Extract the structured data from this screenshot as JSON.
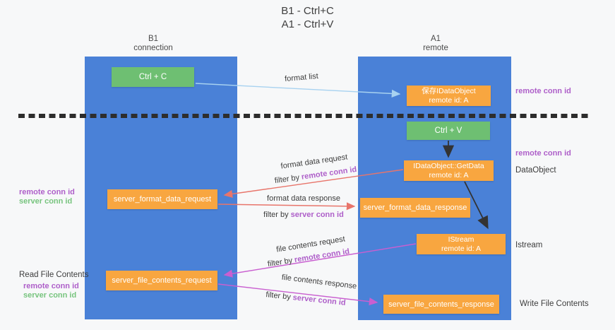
{
  "title": {
    "line1": "B1 - Ctrl+C",
    "line2": "A1 - Ctrl+V"
  },
  "lanes": {
    "left": {
      "title": "B1",
      "subtitle": "connection"
    },
    "right": {
      "title": "A1",
      "subtitle": "remote"
    }
  },
  "nodes": {
    "ctrl_c": {
      "label": "Ctrl + C"
    },
    "ctrl_v": {
      "label": "Ctrl + V"
    },
    "save_dataobject": {
      "line1": "保存IDataObject",
      "line2": "remote id: A"
    },
    "getdata": {
      "line1": "IDataObject::GetData",
      "line2": "remote id: A"
    },
    "istream": {
      "line1": "IStream",
      "line2": "remote id: A"
    },
    "server_format_data_request": {
      "label": "server_format_data_request"
    },
    "server_format_data_response": {
      "label": "server_format_data_response"
    },
    "server_file_contents_request": {
      "label": "server_file_contents_request"
    },
    "server_file_contents_response": {
      "label": "server_file_contents_response"
    }
  },
  "edge_labels": {
    "format_list": "format list",
    "format_data_request": "format data request",
    "format_data_response": "format data response",
    "file_contents_request": "file contents request",
    "file_contents_response": "file contents response",
    "filter_by": "filter by",
    "remote_conn_id": "remote conn id",
    "server_conn_id": "server conn id"
  },
  "side_labels": {
    "remote_conn_id": "remote conn id",
    "server_conn_id": "server conn id",
    "dataobject": "DataObject",
    "istream": "Istream",
    "read_file_contents": "Read File Contents",
    "write_file_contents": "Write File Contents"
  },
  "colors": {
    "lane_blue": "#4a81d7",
    "node_green": "#6ebf72",
    "node_orange": "#f8a640",
    "label_purple": "#ae5fc9",
    "label_green": "#77c47e",
    "arrow_red": "#e8756b",
    "arrow_magenta": "#c95fd0",
    "arrow_blue": "#a8d2f0",
    "arrow_black": "#333333",
    "text_dark": "#3d3d3d"
  }
}
